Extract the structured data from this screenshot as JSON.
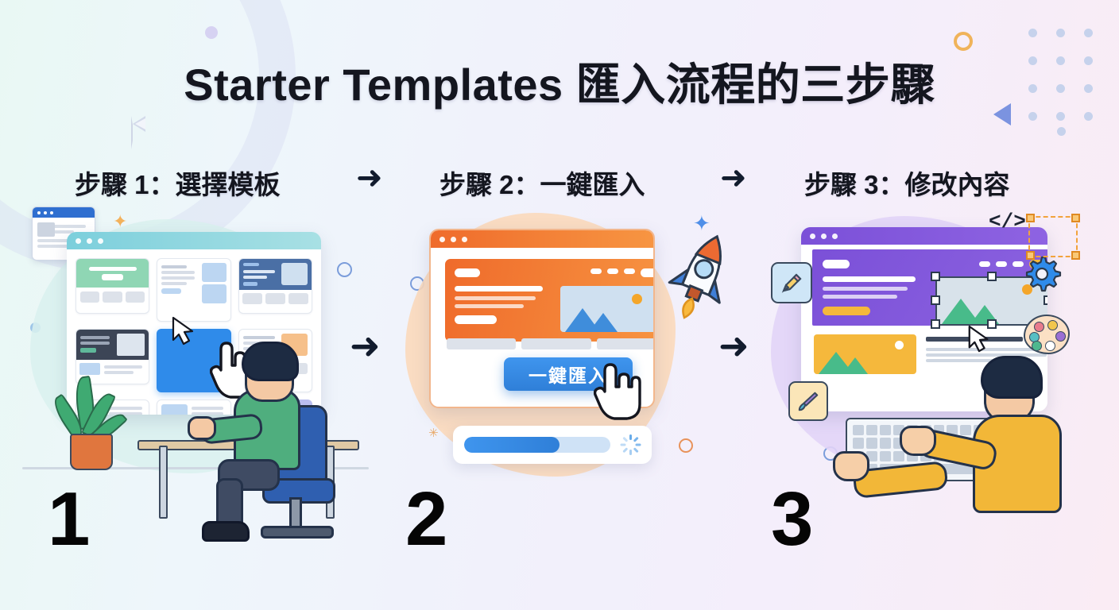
{
  "page": {
    "title": "Starter Templates 匯入流程的三步驟",
    "background_gradient": [
      "#e9f8f4",
      "#f1f1fb",
      "#faecf4"
    ]
  },
  "header_flow": {
    "arrow_glyph": "➜",
    "arrow_color": "#121c2e",
    "steps": [
      {
        "label": "步驟 1：選擇模板",
        "number": "1"
      },
      {
        "label": "步驟 2：一鍵匯入",
        "number": "2"
      },
      {
        "label": "步驟 3：修改內容",
        "number": "3"
      }
    ]
  },
  "panel1": {
    "number": "1",
    "blob_color": "#d6f0ee",
    "window": {
      "titlebar_color": "#7ccfdc",
      "dots": 3
    },
    "gallery": {
      "rows": 3,
      "cols": 3,
      "selected_index": 4,
      "selected_color": "#2f8bea",
      "card_colors": [
        "#8fd6b4",
        "#ffffff",
        "#4a6fa5",
        "#3c4556",
        "#2f8bea",
        "#ffffff",
        "#ffffff",
        "#ffffff",
        "#b9bdf0"
      ]
    },
    "cursor": "hand-pointer",
    "scene": {
      "person": "man-at-desk",
      "shirt_color": "#4fae7e",
      "chair_color": "#2f5fb0",
      "plant": "potted-plant"
    }
  },
  "panel2": {
    "number": "2",
    "blob_color": "#fbd9bb",
    "window": {
      "titlebar_color": "#f07b2c",
      "dots": 3
    },
    "hero_color": "#ef6b2b",
    "import_button": {
      "label": "一鍵匯入",
      "color": "#2f7fd8",
      "text_color": "#ffffff"
    },
    "cursor": "hand-pointer",
    "progress": {
      "percent": 65,
      "track_color": "#cfe2f6",
      "fill_color": "#2f7fd8",
      "spinner": "loading-spinner"
    },
    "rocket": "rocket-icon",
    "sparkle": "sparkle-icon"
  },
  "panel3": {
    "number": "3",
    "blob_color": "#e2d4f7",
    "window": {
      "titlebar_color": "#7b50d8",
      "dots": 3
    },
    "hero_color": "#7b50d8",
    "selection": {
      "label": "image-selection-handles",
      "handle_color": "#ffffff",
      "border_color": "#2c3a4d"
    },
    "cursor": "arrow-pointer",
    "tools": [
      {
        "name": "pencil-icon",
        "box_color": "#cfe6f7"
      },
      {
        "name": "paintbrush-icon",
        "box_color": "#fbe6b8"
      },
      {
        "name": "gear-icon",
        "color": "#2f8bea"
      },
      {
        "name": "palette-icon",
        "color": "#fbe0c4"
      }
    ],
    "code_tag": "</>",
    "dashed_selection_color": "#f2a33c",
    "scene": {
      "person": "man-typing",
      "shirt_color": "#f2b738",
      "keyboard": "keyboard"
    }
  },
  "decor": {
    "ring_top_left": "#cdd2f0",
    "ring_top_right_color": "#f0b35a",
    "triangle_blue": "#7b93e0",
    "dot_grid_color": "#c6d2ec",
    "circle_outline_blue": "#7b9ddb",
    "circle_outline_orange": "#e8925a"
  }
}
